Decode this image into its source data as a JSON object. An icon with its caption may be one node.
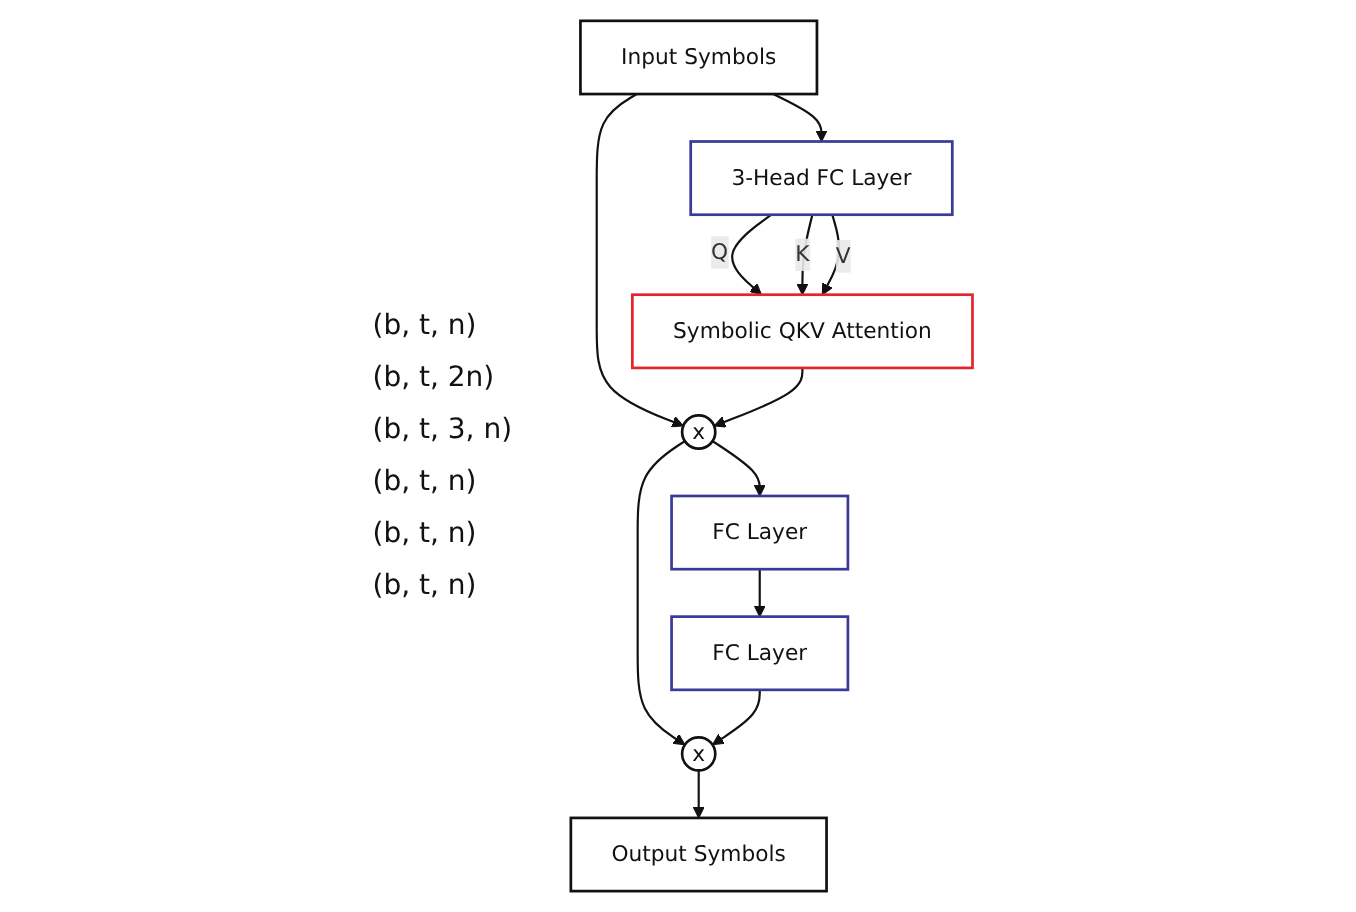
{
  "diagram": {
    "nodes": [
      {
        "text": [
          "Input Symbols"
        ]
      },
      {
        "text": [
          "3-Head FC Layer"
        ]
      },
      {
        "text": [
          "Symbolic QKV Attention"
        ]
      },
      {
        "text": [
          "x"
        ]
      },
      {
        "text": [
          "FC Layer"
        ]
      },
      {
        "text": [
          "FC Layer"
        ]
      },
      {
        "text": [
          "x"
        ]
      },
      {
        "text": [
          "Output Symbols"
        ]
      }
    ],
    "edges": [
      {
        "from": 0,
        "to": 1,
        "arrow": "to"
      },
      {
        "from": 1,
        "to": 2,
        "arrow": "to",
        "label": "Q"
      },
      {
        "from": 1,
        "to": 2,
        "arrow": "to",
        "label": "K"
      },
      {
        "from": 1,
        "to": 2,
        "arrow": "to",
        "label": "V"
      },
      {
        "from": 0,
        "to": 3,
        "arrow": "to"
      },
      {
        "from": 2,
        "to": 3,
        "arrow": "to"
      },
      {
        "from": 3,
        "to": 4,
        "arrow": "to"
      },
      {
        "from": 4,
        "to": 5,
        "arrow": "to"
      },
      {
        "from": 3,
        "to": 6,
        "arrow": "to"
      },
      {
        "from": 5,
        "to": 6,
        "arrow": "to"
      },
      {
        "from": 6,
        "to": 7,
        "arrow": "to"
      }
    ],
    "labels": [
      "(b, t, n)",
      "(b, t, 2n)",
      "(b, t, 3, n)",
      "(b, t, n)",
      "(b, t, n)",
      "(b, t, n)"
    ]
  }
}
